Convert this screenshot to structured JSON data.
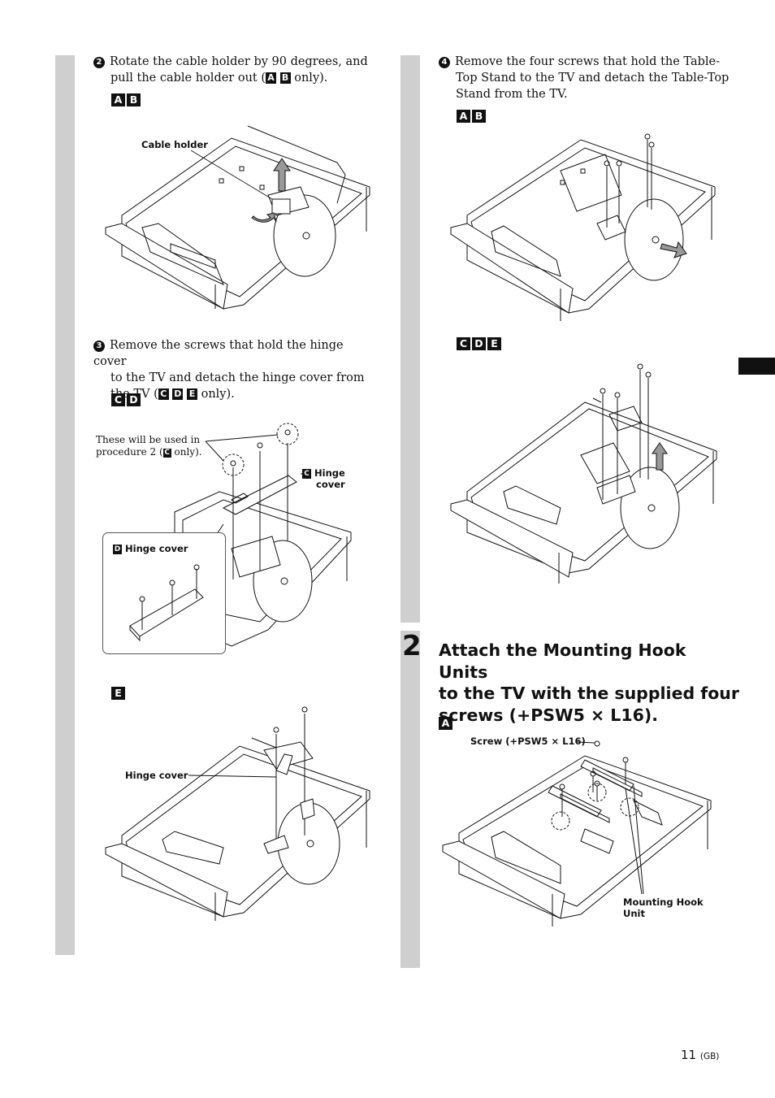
{
  "steps": {
    "s2": {
      "num": "2",
      "text1": "Rotate the cable holder by 90 degrees, and",
      "text2a": "pull the cable holder out (",
      "text2b": "only).",
      "inline_letters": [
        "A",
        "B"
      ],
      "letters": [
        "A",
        "B"
      ],
      "label_cable_holder": "Cable holder"
    },
    "s3": {
      "num": "3",
      "text1": "Remove the screws that hold the hinge cover",
      "text2": "to the TV and detach the hinge cover from",
      "text3a": "the TV (",
      "text3b": "only).",
      "inline_letters": [
        "C",
        "D",
        "E"
      ],
      "letters": [
        "C",
        "D"
      ],
      "note1": "These will be used in",
      "note2a": "procedure 2 (",
      "note2_letter": "C",
      "note2b": "only).",
      "hinge_c_letter": "C",
      "hinge_c_1": "Hinge",
      "hinge_c_2": "cover",
      "hinge_d_letter": "D",
      "hinge_d": "Hinge cover",
      "letter_e": "E",
      "hinge_e": "Hinge cover"
    },
    "s4": {
      "num": "4",
      "text1": "Remove the four screws that hold the Table-",
      "text2": "Top Stand to the TV and detach the Table-Top",
      "text3": "Stand from the TV.",
      "letters": [
        "A",
        "B"
      ],
      "letters2": [
        "C",
        "D",
        "E"
      ]
    }
  },
  "main_step": {
    "number": "2",
    "heading1": "Attach the Mounting Hook Units",
    "heading2": "to the TV with the supplied four",
    "heading3": "screws (+PSW5 × L16).",
    "letter": "A",
    "label_screw": "Screw (+PSW5 × L16)",
    "label_hook1": "Mounting Hook",
    "label_hook2": "Unit"
  },
  "footer": {
    "page": "11",
    "suffix": "(GB)"
  }
}
